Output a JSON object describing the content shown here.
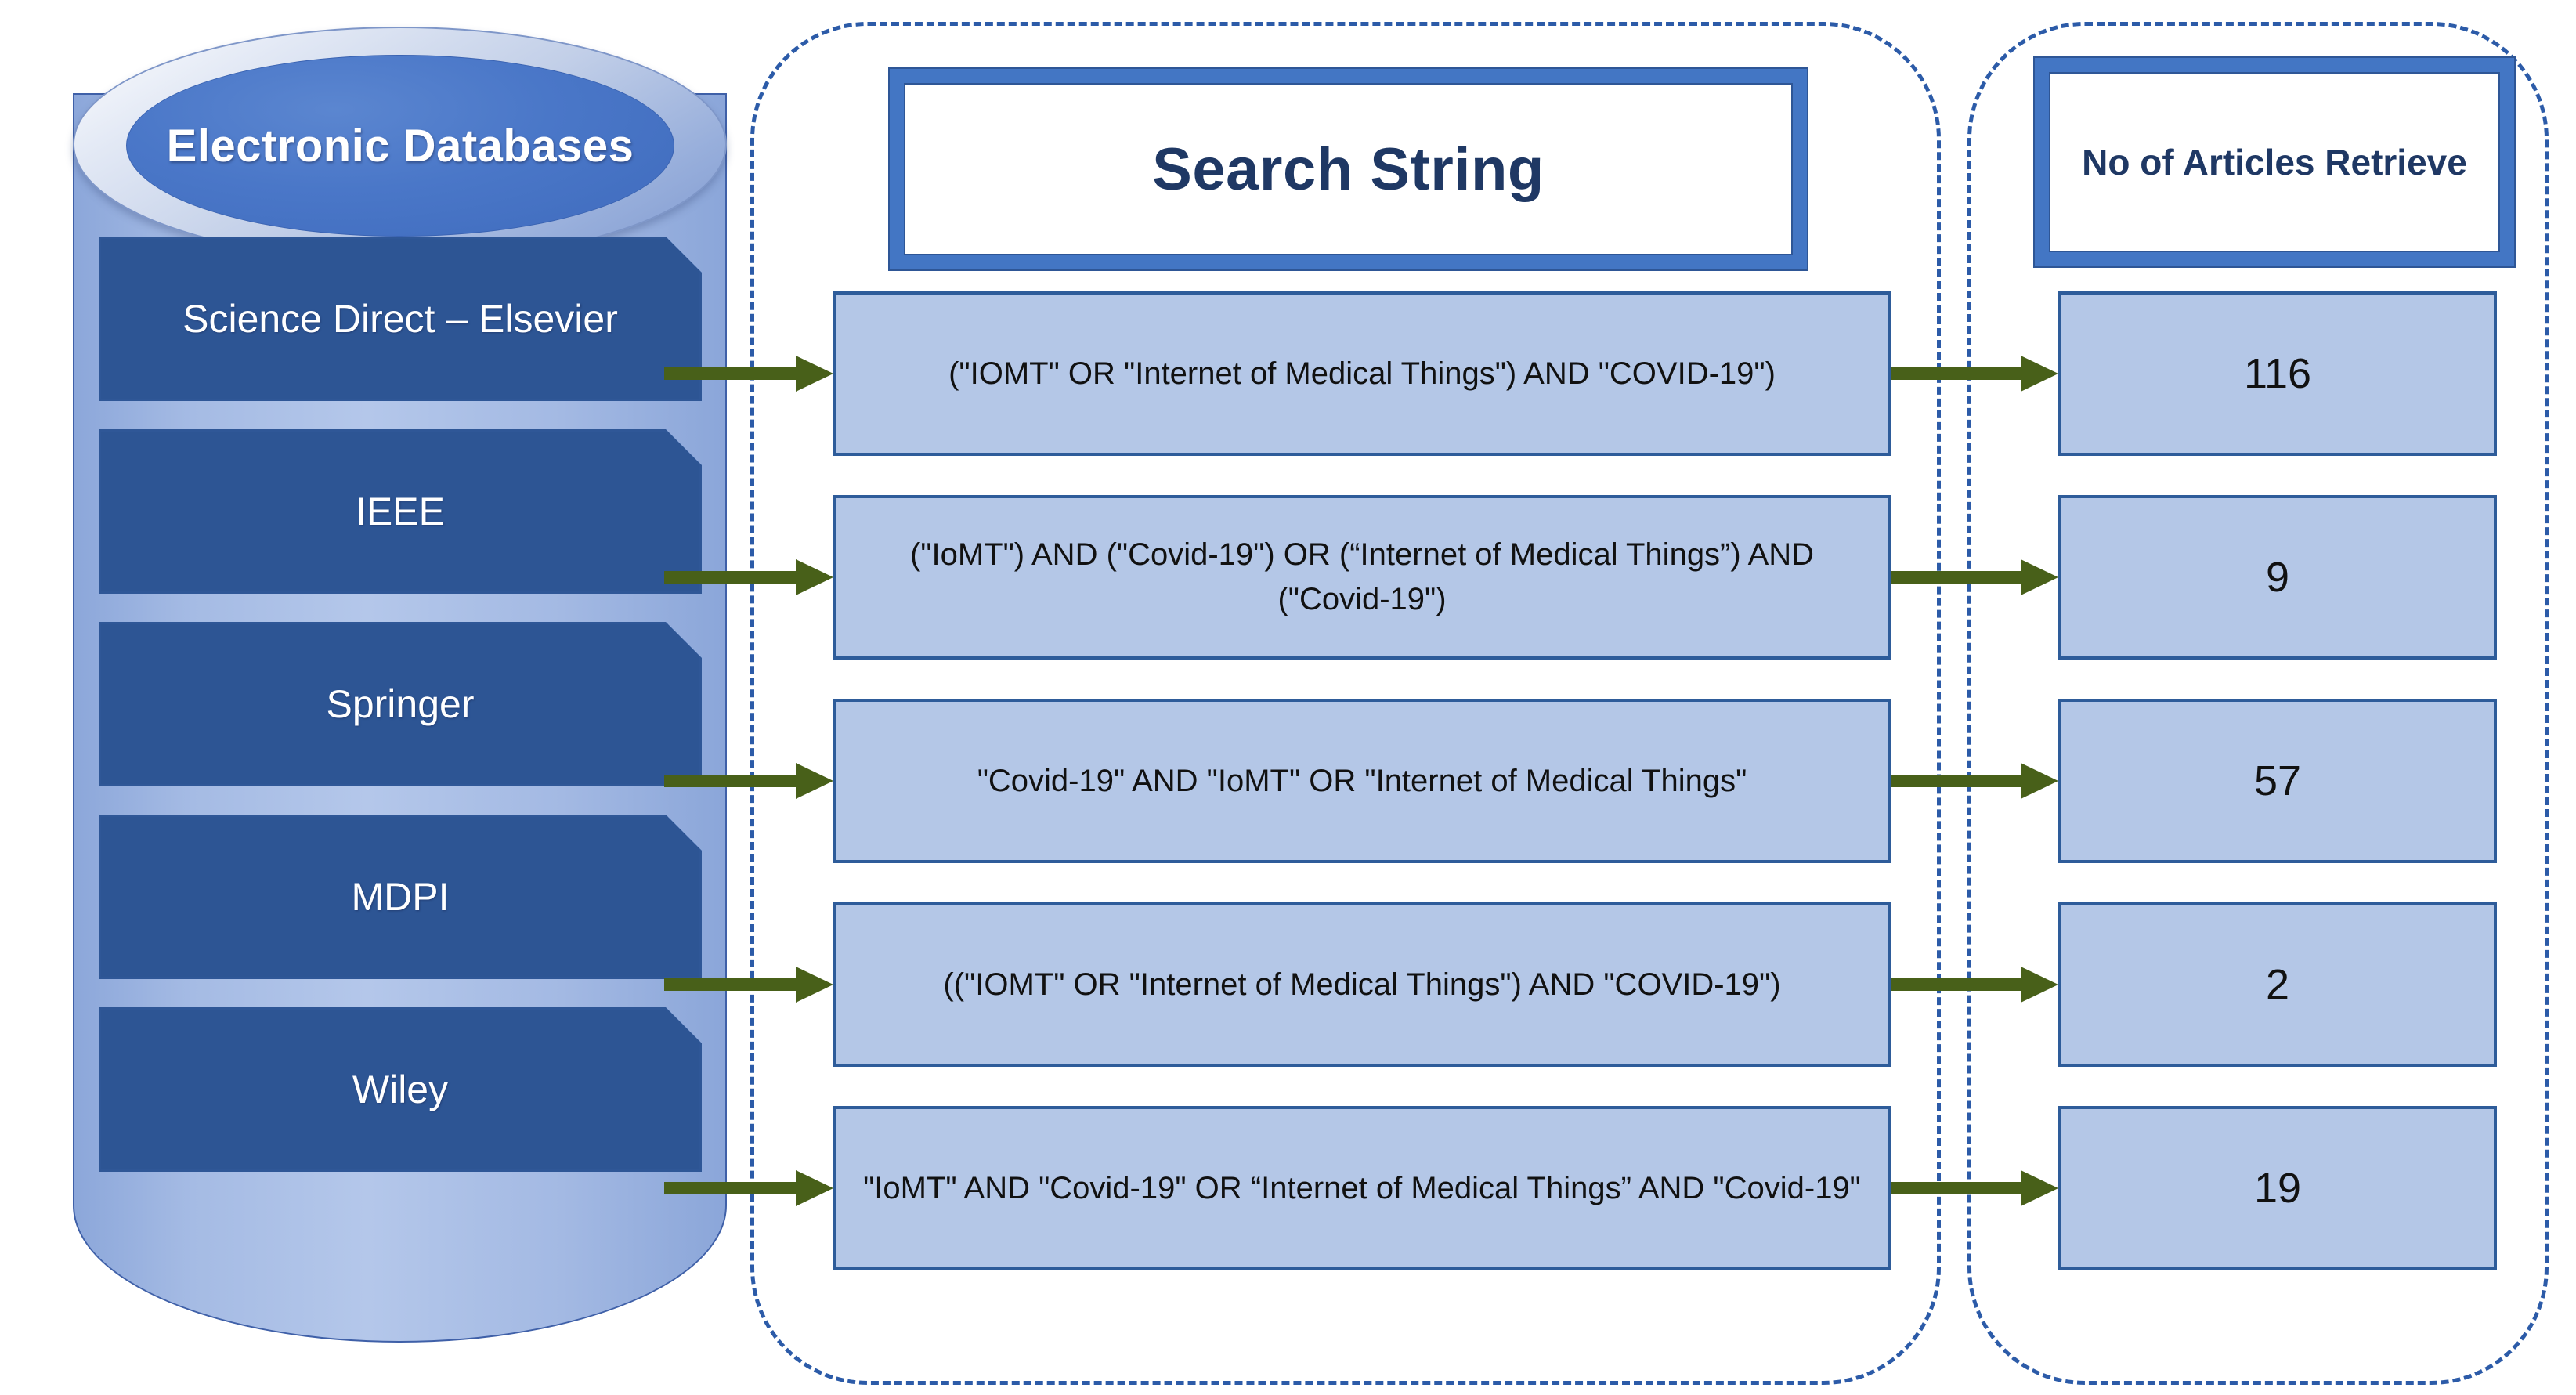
{
  "cylinder": {
    "title": "Electronic Databases",
    "databases": [
      {
        "label": "Science Direct – Elsevier"
      },
      {
        "label": "IEEE"
      },
      {
        "label": "Springer"
      },
      {
        "label": "MDPI"
      },
      {
        "label": "Wiley"
      }
    ]
  },
  "headers": {
    "search_string": "Search String",
    "articles_retrieved": "No of Articles Retrieve"
  },
  "rows": [
    {
      "database": "Science Direct – Elsevier",
      "search_string": "(\"IOMT\" OR \"Internet of Medical Things\") AND \"COVID-19\")",
      "count": "116"
    },
    {
      "database": "IEEE",
      "search_string": "(\"IoMT\") AND (\"Covid-19\") OR (“Internet of Medical Things”) AND (\"Covid-19\")",
      "count": "9"
    },
    {
      "database": "Springer",
      "search_string": "\"Covid-19\" AND \"IoMT\" OR \"Internet of Medical Things\"",
      "count": "57"
    },
    {
      "database": "MDPI",
      "search_string": "((\"IOMT\" OR \"Internet of Medical Things\") AND \"COVID-19\")",
      "count": "2"
    },
    {
      "database": "Wiley",
      "search_string": "\"IoMT\" AND \"Covid-19\" OR “Internet of Medical Things” AND \"Covid-19\"",
      "count": "19"
    }
  ],
  "colors": {
    "cylinder_body": "#a9bee5",
    "cylinder_top_inner": "#4a77c8",
    "db_box_fill": "#4273bf",
    "db_box_border": "#2d5594",
    "header_frame": "#4376c4",
    "header_text": "#1f3864",
    "value_box_fill": "#b4c7e7",
    "value_box_border": "#2e5c9a",
    "arrow": "#486019",
    "dashdot_border": "#2c5ba8"
  }
}
